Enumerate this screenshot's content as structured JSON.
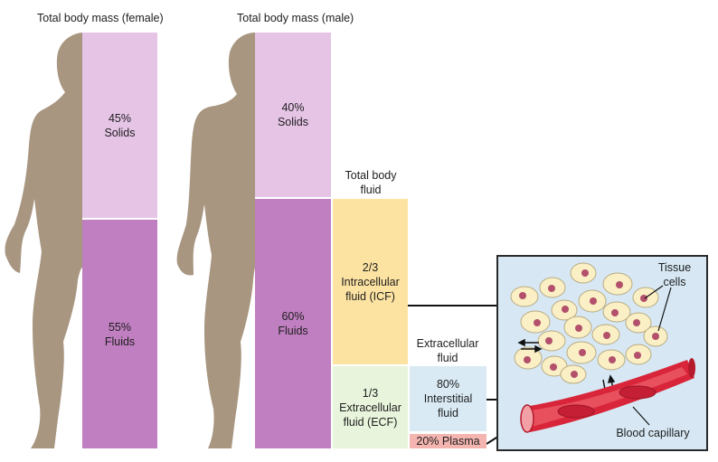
{
  "female": {
    "title": "Total body mass (female)",
    "solids": {
      "percent": "45%",
      "label": "Solids",
      "fraction": 0.45
    },
    "fluids": {
      "percent": "55%",
      "label": "Fluids",
      "fraction": 0.55
    }
  },
  "male": {
    "title": "Total body mass (male)",
    "solids": {
      "percent": "40%",
      "label": "Solids",
      "fraction": 0.4
    },
    "fluids": {
      "percent": "60%",
      "label": "Fluids",
      "fraction": 0.6
    }
  },
  "total_body_fluid": {
    "title_line1": "Total body",
    "title_line2": "fluid",
    "icf": {
      "fraction_label": "2/3",
      "line1": "Intracellular",
      "line2": "fluid (ICF)"
    },
    "ecf": {
      "fraction_label": "1/3",
      "line1": "Extracellular",
      "line2": "fluid (ECF)"
    }
  },
  "extracellular_fluid": {
    "title_line1": "Extracellular",
    "title_line2": "fluid",
    "interstitial": {
      "percent": "80%",
      "line1": "Interstitial",
      "line2": "fluid"
    },
    "plasma": {
      "label": "20% Plasma"
    }
  },
  "inset": {
    "tissue_cells_line1": "Tissue",
    "tissue_cells_line2": "cells",
    "blood_capillary": "Blood capillary"
  },
  "colors": {
    "silhouette": "#a89681",
    "solids": "#e6c4e6",
    "fluids": "#c07fc0",
    "icf": "#fce3a2",
    "ecf": "#e8f4dc",
    "interstitial": "#d9eaf4",
    "plasma": "#f4b5b0",
    "inset_bg": "#d7e8f4",
    "cell": "#fbefc5",
    "nucleus": "#b3506c",
    "capillary": "#d8253a"
  }
}
